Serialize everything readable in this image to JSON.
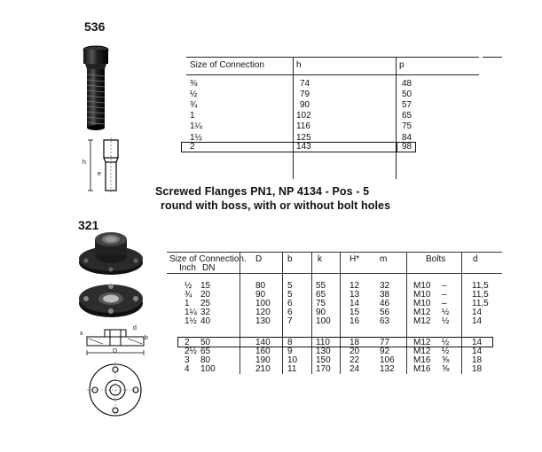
{
  "product_536": {
    "code": "536",
    "table": {
      "headers": [
        "Size of Connection",
        "h",
        "p"
      ],
      "rows": [
        [
          "⅜",
          "74",
          "48"
        ],
        [
          "½",
          "79",
          "50"
        ],
        [
          "¾",
          "90",
          "57"
        ],
        [
          "1",
          "102",
          "65"
        ],
        [
          "1¼",
          "116",
          "75"
        ],
        [
          "1½",
          "125",
          "84"
        ],
        [
          "2",
          "143",
          "98"
        ]
      ],
      "highlighted_row": "2"
    },
    "drawing_labels": [
      "h",
      "e"
    ]
  },
  "heading": {
    "line1": "Screwed Flanges PN1,    NP 4134 - Pos - 5",
    "line2": "round with boss,  with or without bolt holes"
  },
  "product_321": {
    "code": "321",
    "table": {
      "headers": [
        "Size of Connection.",
        "Inch",
        "DN",
        "D",
        "b",
        "k",
        "H*",
        "m",
        "Bolts",
        "d"
      ],
      "rows": [
        [
          "½",
          "15",
          "80",
          "5",
          "55",
          "12",
          "32",
          "M10",
          "–",
          "11,5"
        ],
        [
          "¾",
          "20",
          "90",
          "5",
          "65",
          "13",
          "38",
          "M10",
          "–",
          "11,5"
        ],
        [
          "1",
          "25",
          "100",
          "6",
          "75",
          "14",
          "46",
          "M10",
          "–",
          "11,5"
        ],
        [
          "1¼",
          "32",
          "120",
          "6",
          "90",
          "15",
          "56",
          "M12",
          "½",
          "14"
        ],
        [
          "1½",
          "40",
          "130",
          "7",
          "100",
          "16",
          "63",
          "M12",
          "½",
          "14"
        ],
        [
          "2",
          "50",
          "140",
          "8",
          "110",
          "18",
          "77",
          "M12",
          "½",
          "14"
        ],
        [
          "2½",
          "65",
          "160",
          "9",
          "130",
          "20",
          "92",
          "M12",
          "½",
          "14"
        ],
        [
          "3",
          "80",
          "190",
          "10",
          "150",
          "22",
          "106",
          "M16",
          "⅝",
          "18"
        ],
        [
          "4",
          "100",
          "210",
          "11",
          "170",
          "24",
          "132",
          "M16",
          "⅝",
          "18"
        ]
      ],
      "highlighted_row": "2"
    },
    "drawing_labels": [
      "x",
      "d",
      "b",
      "D"
    ]
  }
}
